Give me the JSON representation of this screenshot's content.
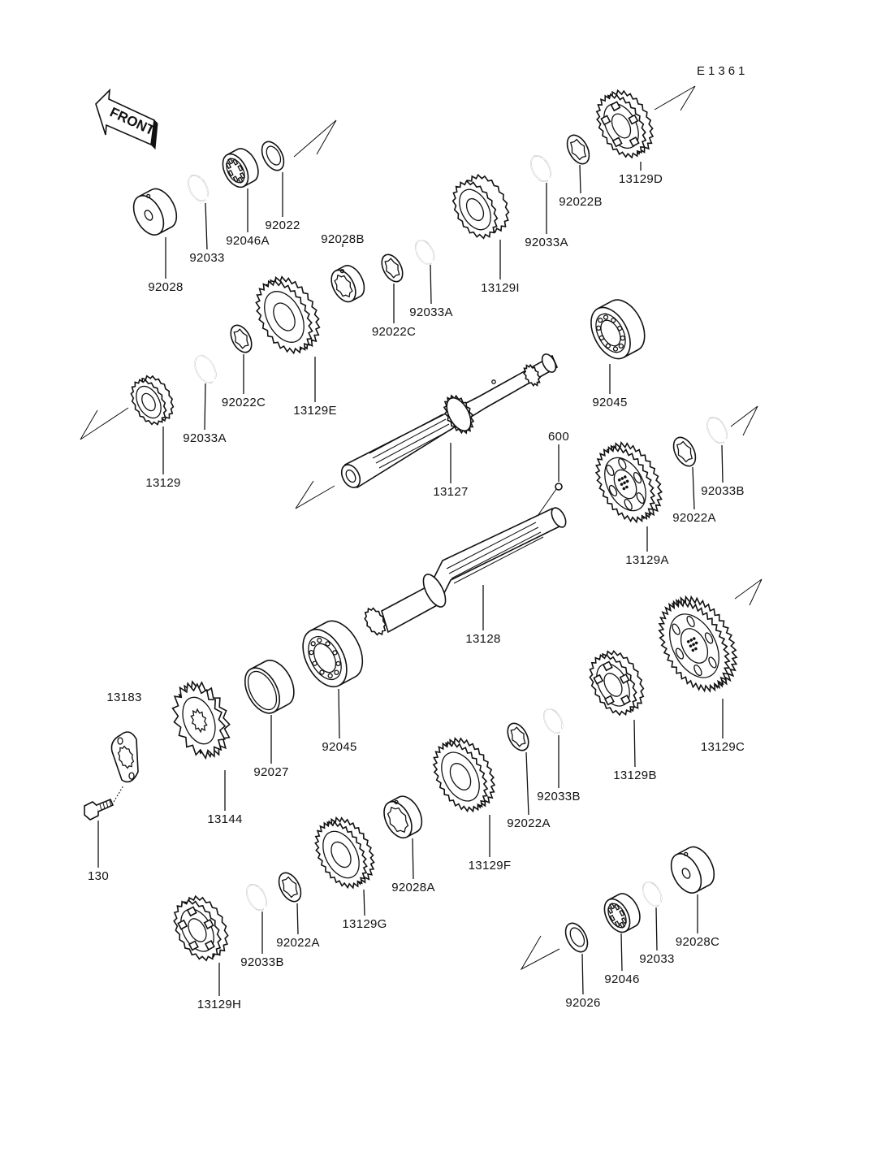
{
  "figure_id": "E1361",
  "front_arrow": {
    "label": "FRONT"
  },
  "parts": [
    {
      "id": "p-92028",
      "label": "92028",
      "kind": "collar"
    },
    {
      "id": "p-92033-a",
      "label": "92033",
      "kind": "circlip"
    },
    {
      "id": "p-92046a",
      "label": "92046A",
      "kind": "needle-bearing"
    },
    {
      "id": "p-92022",
      "label": "92022",
      "kind": "washer"
    },
    {
      "id": "p-92028b",
      "label": "92028B",
      "kind": "bushing"
    },
    {
      "id": "p-92022c-a",
      "label": "92022C",
      "kind": "toothed-washer"
    },
    {
      "id": "p-92033a-a",
      "label": "92033A",
      "kind": "circlip"
    },
    {
      "id": "p-13129i",
      "label": "13129I",
      "kind": "gear"
    },
    {
      "id": "p-92033a-b",
      "label": "92033A",
      "kind": "circlip"
    },
    {
      "id": "p-92022b",
      "label": "92022B",
      "kind": "toothed-washer"
    },
    {
      "id": "p-13129d",
      "label": "13129D",
      "kind": "gear"
    },
    {
      "id": "p-13129e",
      "label": "13129E",
      "kind": "gear"
    },
    {
      "id": "p-92022c-b",
      "label": "92022C",
      "kind": "toothed-washer"
    },
    {
      "id": "p-92033a-c",
      "label": "92033A",
      "kind": "circlip"
    },
    {
      "id": "p-13129",
      "label": "13129",
      "kind": "gear"
    },
    {
      "id": "p-13127",
      "label": "13127",
      "kind": "shaft"
    },
    {
      "id": "p-92045-a",
      "label": "92045",
      "kind": "ball-bearing"
    },
    {
      "id": "p-600",
      "label": "600",
      "kind": "ball"
    },
    {
      "id": "p-13129a",
      "label": "13129A",
      "kind": "gear"
    },
    {
      "id": "p-92022a-a",
      "label": "92022A",
      "kind": "toothed-washer"
    },
    {
      "id": "p-92033b-a",
      "label": "92033B",
      "kind": "circlip"
    },
    {
      "id": "p-13128",
      "label": "13128",
      "kind": "shaft"
    },
    {
      "id": "p-13129c",
      "label": "13129C",
      "kind": "gear"
    },
    {
      "id": "p-13129b",
      "label": "13129B",
      "kind": "gear"
    },
    {
      "id": "p-92033b-b",
      "label": "92033B",
      "kind": "circlip"
    },
    {
      "id": "p-92022a-b",
      "label": "92022A",
      "kind": "toothed-washer"
    },
    {
      "id": "p-13129f",
      "label": "13129F",
      "kind": "gear"
    },
    {
      "id": "p-92028a",
      "label": "92028A",
      "kind": "bushing"
    },
    {
      "id": "p-13129g",
      "label": "13129G",
      "kind": "gear"
    },
    {
      "id": "p-92022a-c",
      "label": "92022A",
      "kind": "toothed-washer"
    },
    {
      "id": "p-92033b-c",
      "label": "92033B",
      "kind": "circlip"
    },
    {
      "id": "p-13129h",
      "label": "13129H",
      "kind": "gear"
    },
    {
      "id": "p-92045-b",
      "label": "92045",
      "kind": "ball-bearing"
    },
    {
      "id": "p-92027",
      "label": "92027",
      "kind": "collar"
    },
    {
      "id": "p-13144",
      "label": "13144",
      "kind": "sprocket"
    },
    {
      "id": "p-13183",
      "label": "13183",
      "kind": "plate"
    },
    {
      "id": "p-130",
      "label": "130",
      "kind": "bolt"
    },
    {
      "id": "p-92026",
      "label": "92026",
      "kind": "washer"
    },
    {
      "id": "p-92046",
      "label": "92046",
      "kind": "needle-bearing"
    },
    {
      "id": "p-92033-b",
      "label": "92033",
      "kind": "circlip"
    },
    {
      "id": "p-92028c",
      "label": "92028C",
      "kind": "collar"
    }
  ]
}
